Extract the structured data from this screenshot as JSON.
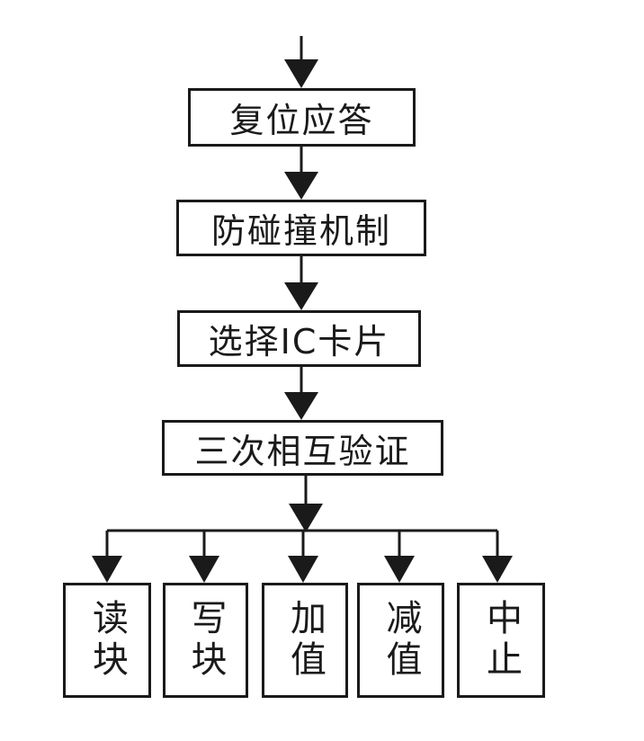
{
  "steps": [
    {
      "label": "复位应答"
    },
    {
      "label": "防碰撞机制"
    },
    {
      "label": "选择IC卡片"
    },
    {
      "label": "三次相互验证"
    }
  ],
  "operations": [
    {
      "label": "读块"
    },
    {
      "label": "写块"
    },
    {
      "label": "加值"
    },
    {
      "label": "减值"
    },
    {
      "label": "中止"
    }
  ]
}
